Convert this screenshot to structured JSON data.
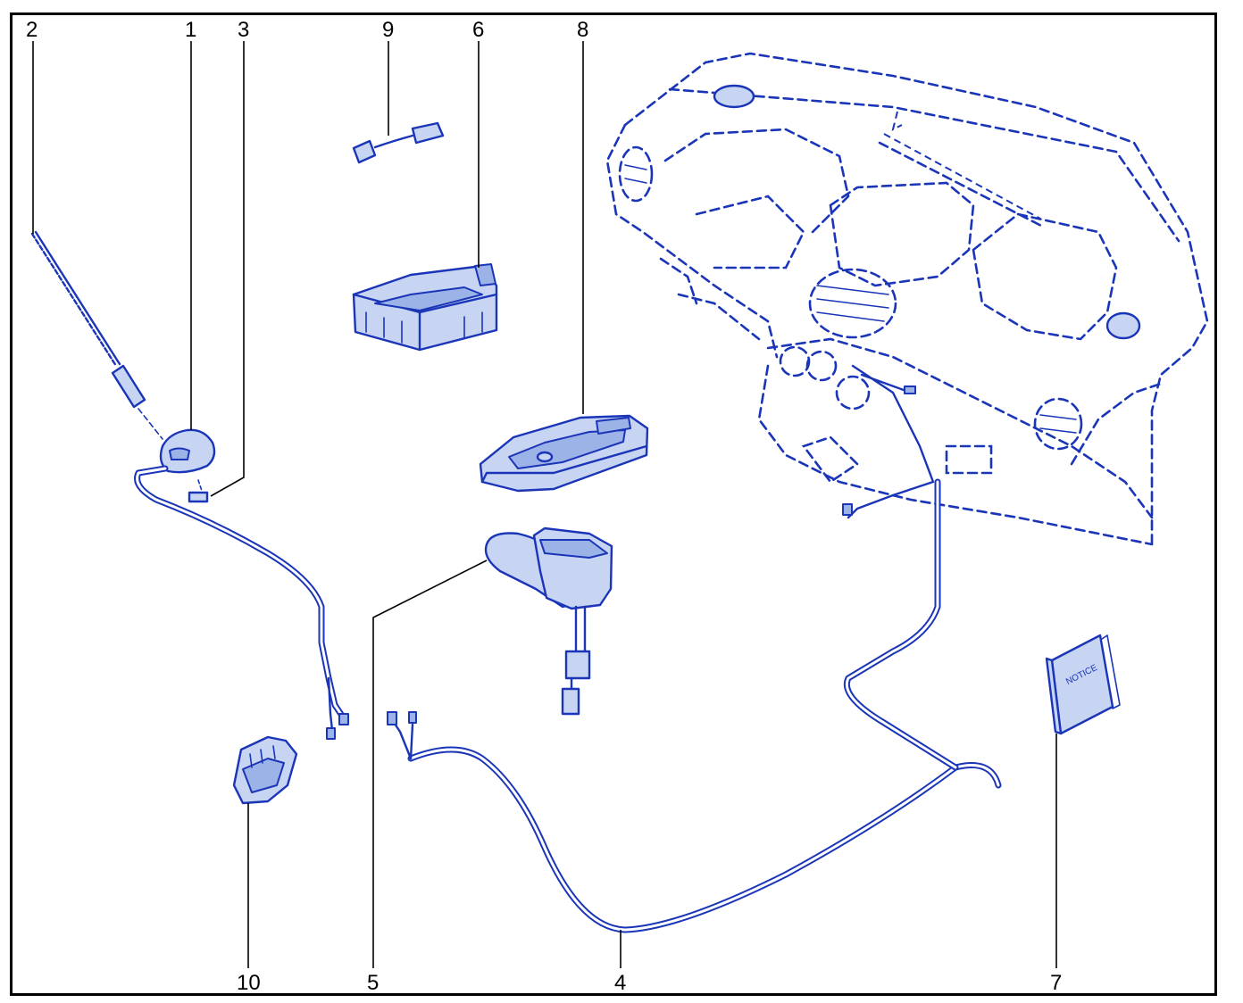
{
  "colors": {
    "line": "#1a35b8",
    "fill_light": "#c7d5f3",
    "fill_mid": "#9cb3e8",
    "leader": "#000000",
    "frame": "#000000"
  },
  "callouts": {
    "c1": "1",
    "c2": "2",
    "c3": "3",
    "c4": "4",
    "c5": "5",
    "c6": "6",
    "c7": "7",
    "c8": "8",
    "c9": "9",
    "c10": "10"
  },
  "manual_cover_text": "NOTICE"
}
